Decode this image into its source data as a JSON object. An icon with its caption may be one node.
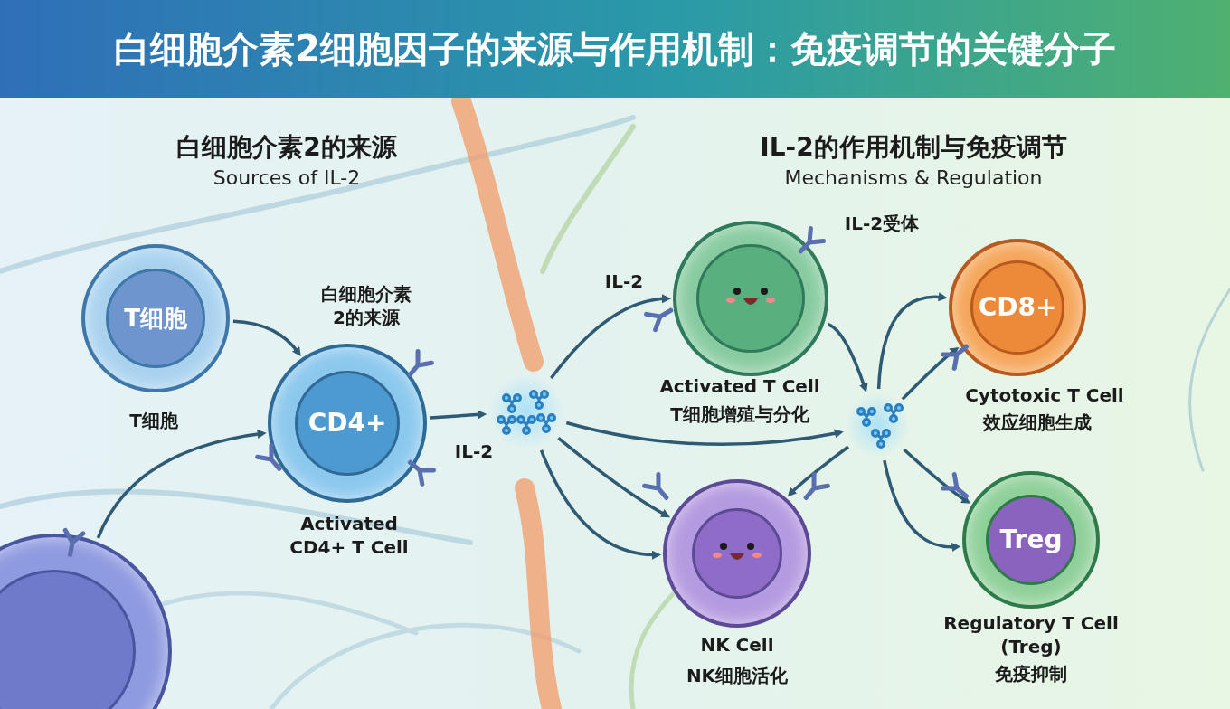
{
  "diagram": {
    "title": "白细胞介素2细胞因子的来源与作用机制：免疫调节的关键分子",
    "nodes": [
      {
        "text": [
          "T细胞"
        ],
        "beside": [
          "T细胞"
        ]
      },
      {
        "text": [
          "CD4+"
        ],
        "beside": [
          "Activated CD4+ T Cell"
        ]
      },
      {
        "text": [],
        "shape": "picture",
        "beside": [
          "IL-2"
        ]
      },
      {
        "text": [],
        "shape": "circle",
        "beside": [
          "Activated T Cell",
          "T细胞增殖与分化"
        ]
      },
      {
        "text": [],
        "shape": "circle",
        "beside": [
          "NK Cell",
          "NK细胞活化"
        ]
      },
      {
        "text": [],
        "shape": "picture"
      },
      {
        "text": [
          "CD8+"
        ],
        "beside": [
          "Cytotoxic T Cell",
          "效应细胞生成"
        ]
      },
      {
        "text": [
          "Treg"
        ],
        "beside": [
          "Regulatory T Cell (Treg)",
          "免疫抑制"
        ]
      },
      {
        "text": [],
        "shape": "circle"
      }
    ],
    "edges": [
      {
        "from": 0,
        "to": 1,
        "arrow": "to"
      },
      {
        "from": 8,
        "to": 1,
        "arrow": "to"
      },
      {
        "from": 1,
        "to": 2,
        "arrow": "to"
      },
      {
        "from": 2,
        "to": 3,
        "arrow": "to"
      },
      {
        "from": 2,
        "to": 5,
        "arrow": "to"
      },
      {
        "from": 2,
        "to": 4,
        "arrow": "to"
      },
      {
        "from": 2,
        "to": 4,
        "arrow": "to"
      },
      {
        "from": 3,
        "to": 5,
        "arrow": "to"
      },
      {
        "from": 5,
        "to": 6,
        "arrow": "to"
      },
      {
        "from": 5,
        "to": 6,
        "arrow": "to"
      },
      {
        "from": 5,
        "to": 7,
        "arrow": "to"
      },
      {
        "from": 5,
        "to": 7,
        "arrow": "to"
      },
      {
        "from": 5,
        "to": 4,
        "arrow": "to"
      }
    ],
    "labels": [
      "白细胞介素2的来源",
      "Sources of IL-2",
      "IL-2的作用机制与免疫调节",
      "Mechanisms & Regulation",
      "白细胞介素 2的来源",
      "IL-2",
      "IL-2受体"
    ]
  }
}
